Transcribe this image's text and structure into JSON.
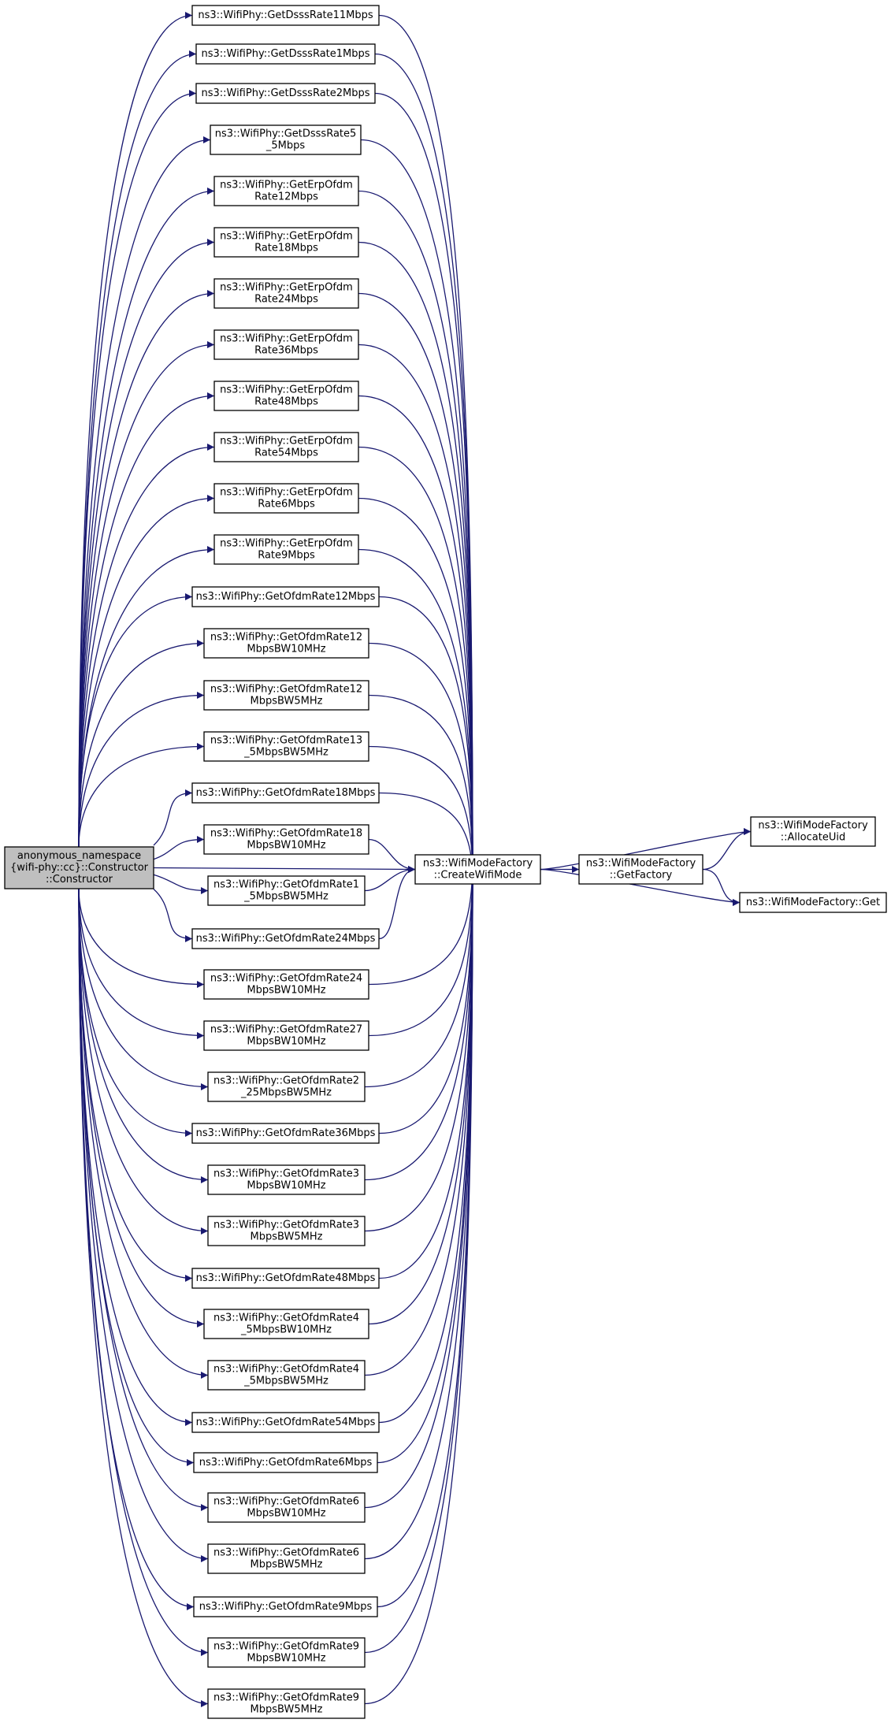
{
  "colors": {
    "edge": "#191970",
    "node_border": "#000000",
    "root_fill": "#bfbfbf",
    "background": "#ffffff"
  },
  "nodes": [
    {
      "id": "root",
      "lines": [
        "anonymous_namespace",
        "{wifi-phy::cc}::Constructor",
        "::Constructor"
      ],
      "highlight": true
    },
    {
      "id": "n1",
      "lines": [
        "ns3::WifiPhy::GetDsssRate11Mbps"
      ]
    },
    {
      "id": "n2",
      "lines": [
        "ns3::WifiPhy::GetDsssRate1Mbps"
      ]
    },
    {
      "id": "n3",
      "lines": [
        "ns3::WifiPhy::GetDsssRate2Mbps"
      ]
    },
    {
      "id": "n4",
      "lines": [
        "ns3::WifiPhy::GetDsssRate5",
        "_5Mbps"
      ]
    },
    {
      "id": "n5",
      "lines": [
        "ns3::WifiPhy::GetErpOfdm",
        "Rate12Mbps"
      ]
    },
    {
      "id": "n6",
      "lines": [
        "ns3::WifiPhy::GetErpOfdm",
        "Rate18Mbps"
      ]
    },
    {
      "id": "n7",
      "lines": [
        "ns3::WifiPhy::GetErpOfdm",
        "Rate24Mbps"
      ]
    },
    {
      "id": "n8",
      "lines": [
        "ns3::WifiPhy::GetErpOfdm",
        "Rate36Mbps"
      ]
    },
    {
      "id": "n9",
      "lines": [
        "ns3::WifiPhy::GetErpOfdm",
        "Rate48Mbps"
      ]
    },
    {
      "id": "n10",
      "lines": [
        "ns3::WifiPhy::GetErpOfdm",
        "Rate54Mbps"
      ]
    },
    {
      "id": "n11",
      "lines": [
        "ns3::WifiPhy::GetErpOfdm",
        "Rate6Mbps"
      ]
    },
    {
      "id": "n12",
      "lines": [
        "ns3::WifiPhy::GetErpOfdm",
        "Rate9Mbps"
      ]
    },
    {
      "id": "n13",
      "lines": [
        "ns3::WifiPhy::GetOfdmRate12Mbps"
      ]
    },
    {
      "id": "n14",
      "lines": [
        "ns3::WifiPhy::GetOfdmRate12",
        "MbpsBW10MHz"
      ]
    },
    {
      "id": "n15",
      "lines": [
        "ns3::WifiPhy::GetOfdmRate12",
        "MbpsBW5MHz"
      ]
    },
    {
      "id": "n16",
      "lines": [
        "ns3::WifiPhy::GetOfdmRate13",
        "_5MbpsBW5MHz"
      ]
    },
    {
      "id": "n17",
      "lines": [
        "ns3::WifiPhy::GetOfdmRate18Mbps"
      ]
    },
    {
      "id": "n18",
      "lines": [
        "ns3::WifiPhy::GetOfdmRate18",
        "MbpsBW10MHz"
      ]
    },
    {
      "id": "n19",
      "lines": [
        "ns3::WifiPhy::GetOfdmRate1",
        "_5MbpsBW5MHz"
      ]
    },
    {
      "id": "n20",
      "lines": [
        "ns3::WifiPhy::GetOfdmRate24Mbps"
      ]
    },
    {
      "id": "n21",
      "lines": [
        "ns3::WifiPhy::GetOfdmRate24",
        "MbpsBW10MHz"
      ]
    },
    {
      "id": "n22",
      "lines": [
        "ns3::WifiPhy::GetOfdmRate27",
        "MbpsBW10MHz"
      ]
    },
    {
      "id": "n23",
      "lines": [
        "ns3::WifiPhy::GetOfdmRate2",
        "_25MbpsBW5MHz"
      ]
    },
    {
      "id": "n24",
      "lines": [
        "ns3::WifiPhy::GetOfdmRate36Mbps"
      ]
    },
    {
      "id": "n25",
      "lines": [
        "ns3::WifiPhy::GetOfdmRate3",
        "MbpsBW10MHz"
      ]
    },
    {
      "id": "n26",
      "lines": [
        "ns3::WifiPhy::GetOfdmRate3",
        "MbpsBW5MHz"
      ]
    },
    {
      "id": "n27",
      "lines": [
        "ns3::WifiPhy::GetOfdmRate48Mbps"
      ]
    },
    {
      "id": "n28",
      "lines": [
        "ns3::WifiPhy::GetOfdmRate4",
        "_5MbpsBW10MHz"
      ]
    },
    {
      "id": "n29",
      "lines": [
        "ns3::WifiPhy::GetOfdmRate4",
        "_5MbpsBW5MHz"
      ]
    },
    {
      "id": "n30",
      "lines": [
        "ns3::WifiPhy::GetOfdmRate54Mbps"
      ]
    },
    {
      "id": "n31",
      "lines": [
        "ns3::WifiPhy::GetOfdmRate6Mbps"
      ]
    },
    {
      "id": "n32",
      "lines": [
        "ns3::WifiPhy::GetOfdmRate6",
        "MbpsBW10MHz"
      ]
    },
    {
      "id": "n33",
      "lines": [
        "ns3::WifiPhy::GetOfdmRate6",
        "MbpsBW5MHz"
      ]
    },
    {
      "id": "n34",
      "lines": [
        "ns3::WifiPhy::GetOfdmRate9Mbps"
      ]
    },
    {
      "id": "n35",
      "lines": [
        "ns3::WifiPhy::GetOfdmRate9",
        "MbpsBW10MHz"
      ]
    },
    {
      "id": "n36",
      "lines": [
        "ns3::WifiPhy::GetOfdmRate9",
        "MbpsBW5MHz"
      ]
    },
    {
      "id": "cwm",
      "lines": [
        "ns3::WifiModeFactory",
        "::CreateWifiMode"
      ]
    },
    {
      "id": "gf",
      "lines": [
        "ns3::WifiModeFactory",
        "::GetFactory"
      ]
    },
    {
      "id": "au",
      "lines": [
        "ns3::WifiModeFactory",
        "::AllocateUid"
      ]
    },
    {
      "id": "get",
      "lines": [
        "ns3::WifiModeFactory::Get"
      ]
    }
  ],
  "edges": [
    [
      "root",
      "n1"
    ],
    [
      "root",
      "n2"
    ],
    [
      "root",
      "n3"
    ],
    [
      "root",
      "n4"
    ],
    [
      "root",
      "n5"
    ],
    [
      "root",
      "n6"
    ],
    [
      "root",
      "n7"
    ],
    [
      "root",
      "n8"
    ],
    [
      "root",
      "n9"
    ],
    [
      "root",
      "n10"
    ],
    [
      "root",
      "n11"
    ],
    [
      "root",
      "n12"
    ],
    [
      "root",
      "n13"
    ],
    [
      "root",
      "n14"
    ],
    [
      "root",
      "n15"
    ],
    [
      "root",
      "n16"
    ],
    [
      "root",
      "n17"
    ],
    [
      "root",
      "n18"
    ],
    [
      "root",
      "n19"
    ],
    [
      "root",
      "n20"
    ],
    [
      "root",
      "n21"
    ],
    [
      "root",
      "n22"
    ],
    [
      "root",
      "n23"
    ],
    [
      "root",
      "n24"
    ],
    [
      "root",
      "n25"
    ],
    [
      "root",
      "n26"
    ],
    [
      "root",
      "n27"
    ],
    [
      "root",
      "n28"
    ],
    [
      "root",
      "n29"
    ],
    [
      "root",
      "n30"
    ],
    [
      "root",
      "n31"
    ],
    [
      "root",
      "n32"
    ],
    [
      "root",
      "n33"
    ],
    [
      "root",
      "n34"
    ],
    [
      "root",
      "n35"
    ],
    [
      "root",
      "n36"
    ],
    [
      "root",
      "cwm"
    ],
    [
      "n1",
      "cwm"
    ],
    [
      "n2",
      "cwm"
    ],
    [
      "n3",
      "cwm"
    ],
    [
      "n4",
      "cwm"
    ],
    [
      "n5",
      "cwm"
    ],
    [
      "n6",
      "cwm"
    ],
    [
      "n7",
      "cwm"
    ],
    [
      "n8",
      "cwm"
    ],
    [
      "n9",
      "cwm"
    ],
    [
      "n10",
      "cwm"
    ],
    [
      "n11",
      "cwm"
    ],
    [
      "n12",
      "cwm"
    ],
    [
      "n13",
      "cwm"
    ],
    [
      "n14",
      "cwm"
    ],
    [
      "n15",
      "cwm"
    ],
    [
      "n16",
      "cwm"
    ],
    [
      "n17",
      "cwm"
    ],
    [
      "n18",
      "cwm"
    ],
    [
      "n19",
      "cwm"
    ],
    [
      "n20",
      "cwm"
    ],
    [
      "n21",
      "cwm"
    ],
    [
      "n22",
      "cwm"
    ],
    [
      "n23",
      "cwm"
    ],
    [
      "n24",
      "cwm"
    ],
    [
      "n25",
      "cwm"
    ],
    [
      "n26",
      "cwm"
    ],
    [
      "n27",
      "cwm"
    ],
    [
      "n28",
      "cwm"
    ],
    [
      "n29",
      "cwm"
    ],
    [
      "n30",
      "cwm"
    ],
    [
      "n31",
      "cwm"
    ],
    [
      "n32",
      "cwm"
    ],
    [
      "n33",
      "cwm"
    ],
    [
      "n34",
      "cwm"
    ],
    [
      "n35",
      "cwm"
    ],
    [
      "n36",
      "cwm"
    ],
    [
      "cwm",
      "gf"
    ],
    [
      "cwm",
      "au"
    ],
    [
      "cwm",
      "get"
    ],
    [
      "gf",
      "au"
    ],
    [
      "gf",
      "get"
    ]
  ]
}
